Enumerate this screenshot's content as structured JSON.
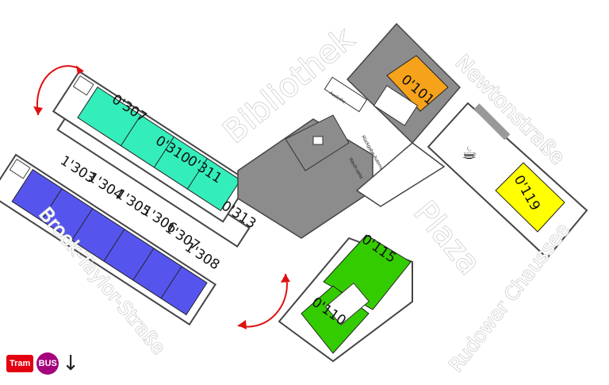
{
  "streets": {
    "bibliothek": "Bibliothek",
    "newtonstrasse": "Newtonstraße",
    "plaza": "Plaza",
    "brook_taylor": "Brook-Taylor-Straße",
    "rudower": "Rudower Chaussee"
  },
  "rooms": {
    "r0101": "0'101",
    "r0119": "0'119",
    "r0115": "0'115",
    "r0110": "0'110",
    "r0307": "0'307",
    "r0310": "0'310",
    "r0311": "0'311",
    "r0313": "0'313",
    "r1303": "1'303",
    "r1304": "1'304",
    "r1305": "1'305",
    "r1306": "1'306",
    "r1307": "1'307",
    "r1308": "1'308"
  },
  "labels": {
    "ausleihe": "Ausleihe",
    "rueckgabe": "Rückgabe-Automat",
    "wechsel": "Wech-selst"
  },
  "legend": {
    "tram": "Tram",
    "bus": "BUS",
    "arrow": "↓"
  },
  "colors": {
    "orange": "#f7a21b",
    "yellow": "#ffff00",
    "green": "#33cc00",
    "teal": "#33eebb",
    "blue": "#5555ee",
    "gray": "#8c8c8c",
    "red_arrow": "#e01010"
  },
  "icons": [
    "coffee-icon",
    "toilet-icon",
    "stairs-icon"
  ]
}
